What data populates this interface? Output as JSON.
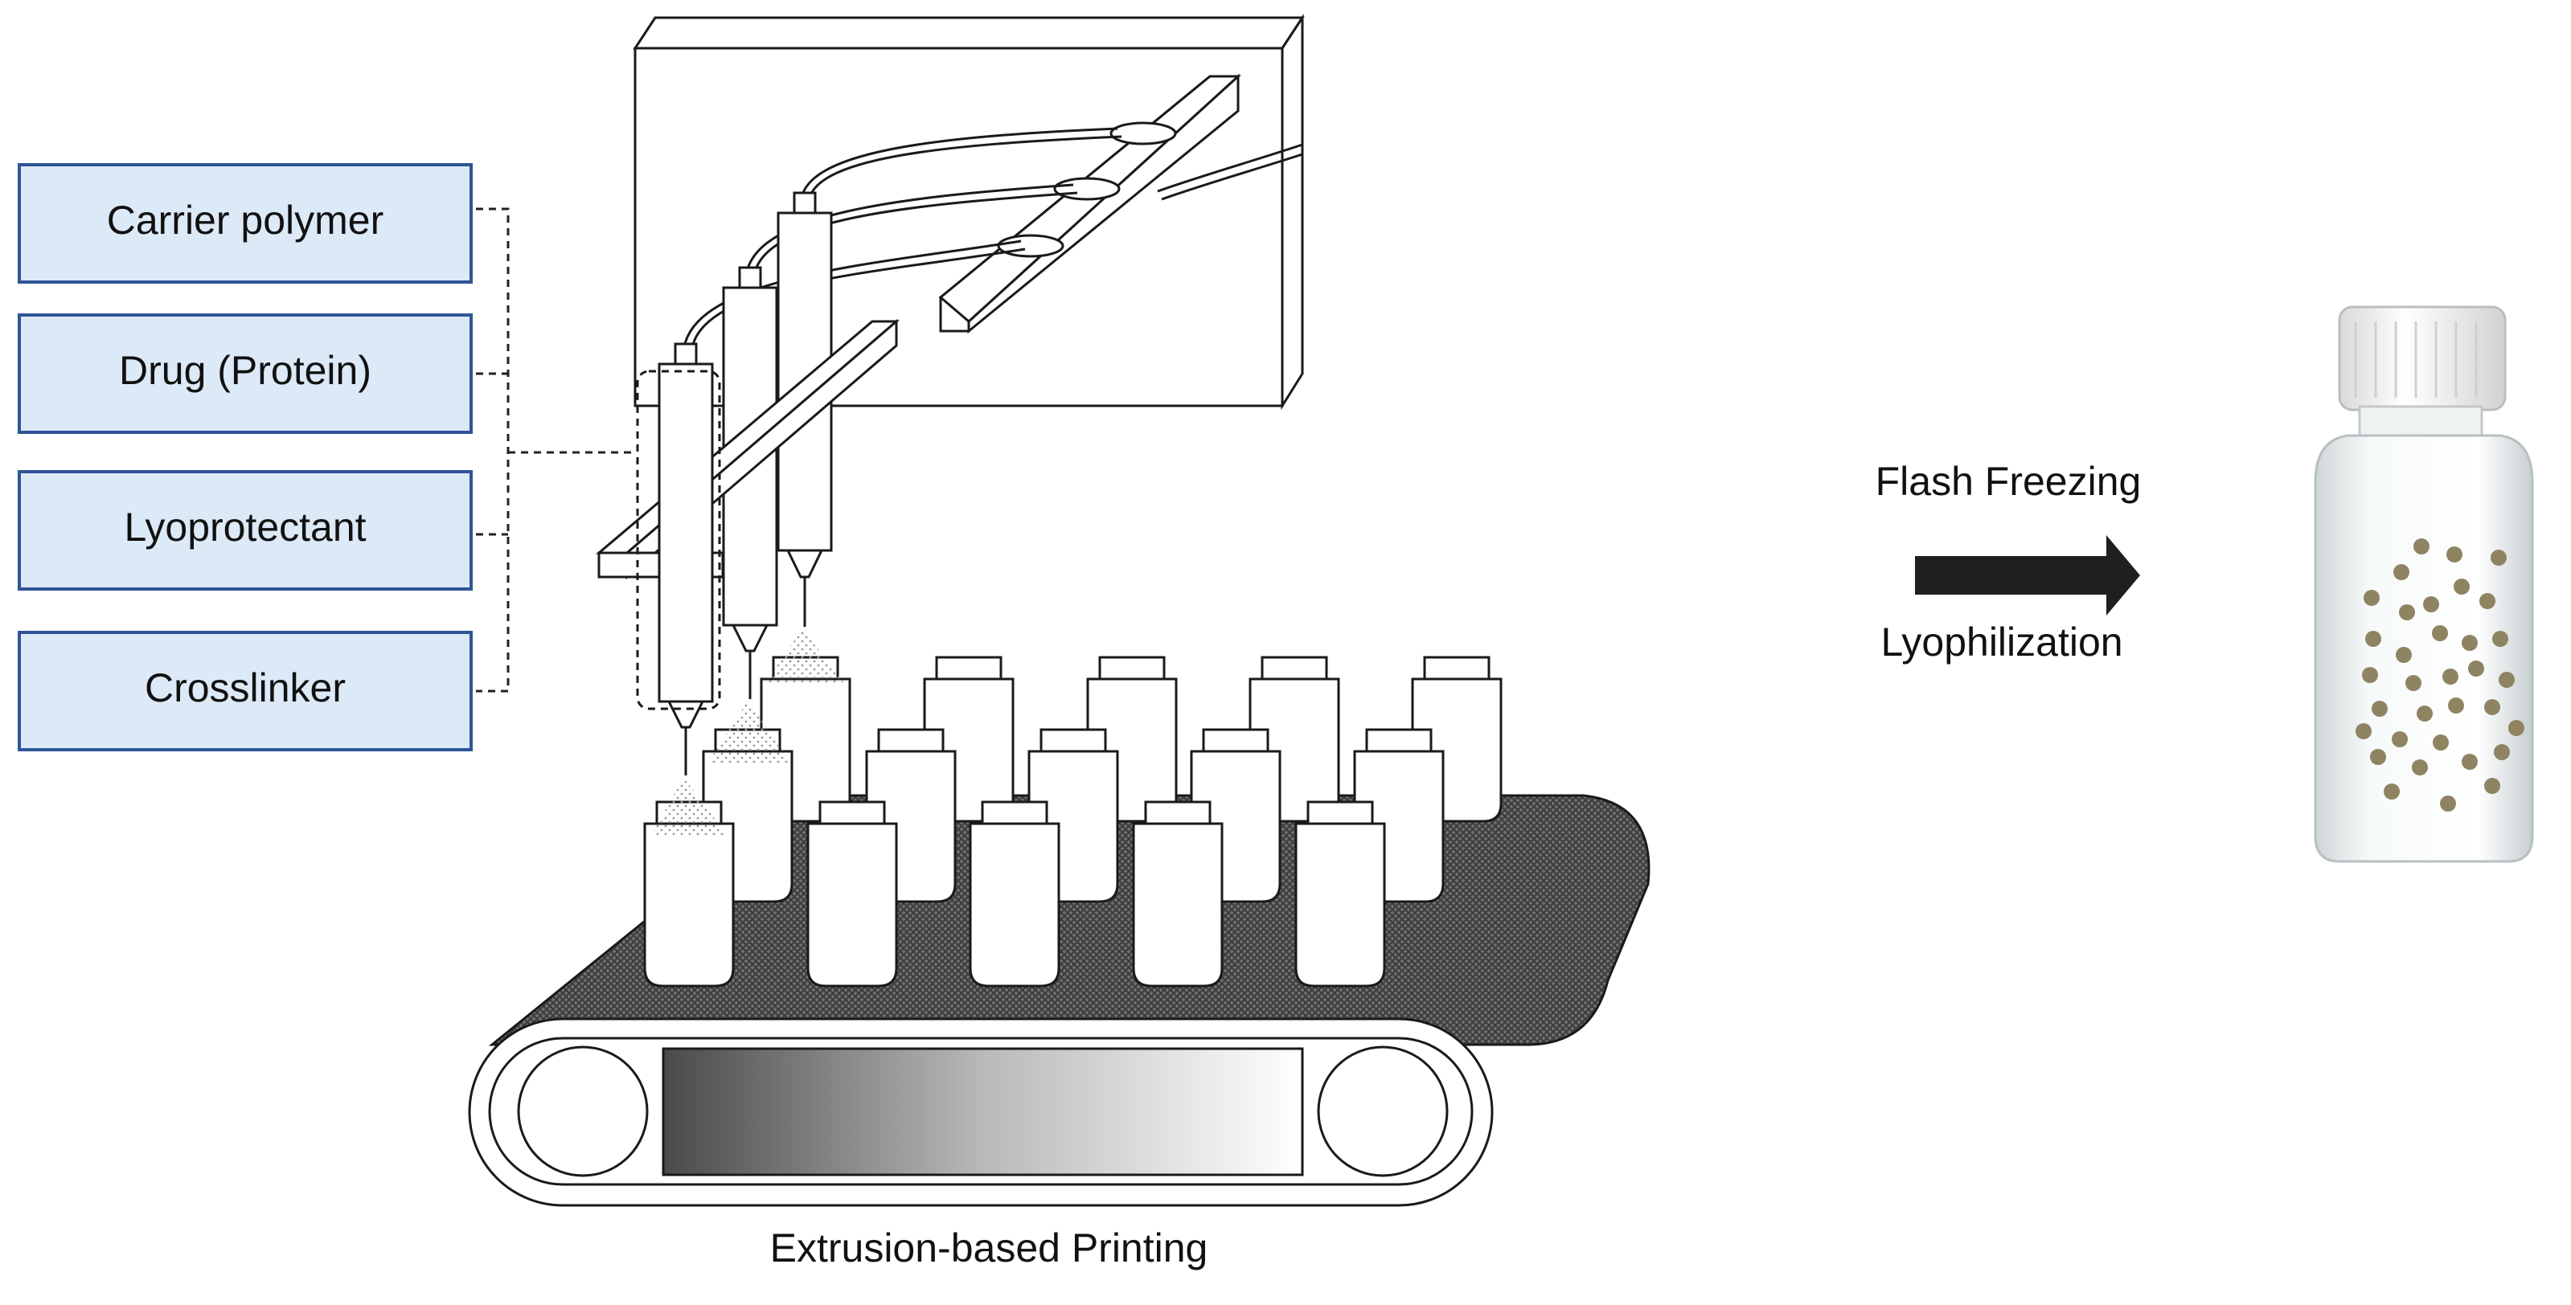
{
  "ingredients": [
    {
      "label": "Carrier polymer"
    },
    {
      "label": "Drug (Protein)"
    },
    {
      "label": "Lyoprotectant"
    },
    {
      "label": "Crosslinker"
    }
  ],
  "process": {
    "printing_label": "Extrusion-based Printing",
    "step_top_label": "Flash Freezing",
    "step_bottom_label": "Lyophilization"
  },
  "colors": {
    "box_fill": "#dce9f7",
    "box_stroke": "#2f5597",
    "arrow": "#1f1f1f",
    "belt": "#555555",
    "bead": "#8e8462",
    "cap": "#f4f4f4"
  }
}
